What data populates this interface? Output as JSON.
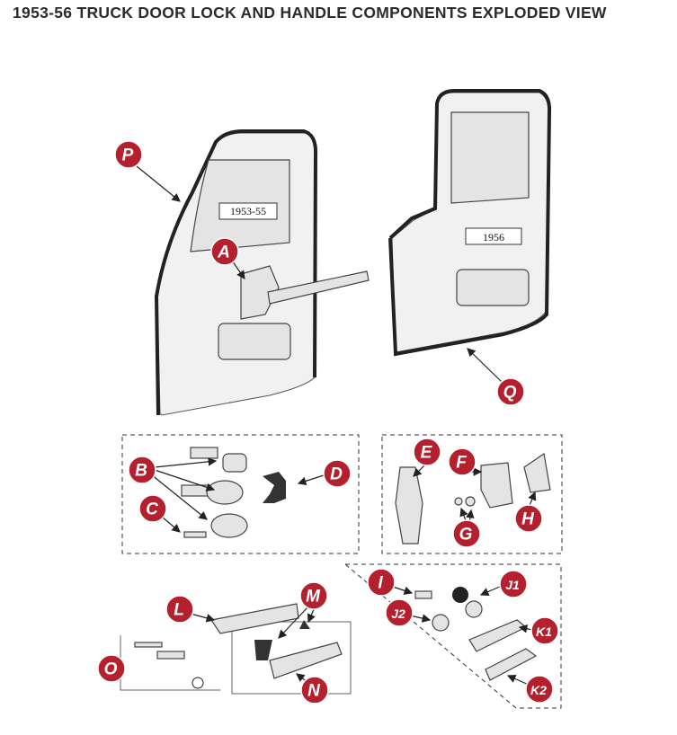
{
  "title": "1953-56 TRUCK DOOR LOCK AND HANDLE COMPONENTS EXPLODED VIEW",
  "doors": {
    "left_label": "1953-55",
    "right_label": "1956"
  },
  "callouts": [
    "P",
    "A",
    "Q",
    "B",
    "C",
    "D",
    "E",
    "F",
    "G",
    "H",
    "I",
    "J1",
    "J2",
    "K1",
    "K2",
    "L",
    "M",
    "N",
    "O"
  ],
  "colors": {
    "badge": "#b5202e",
    "title": "#2b2b2b"
  }
}
